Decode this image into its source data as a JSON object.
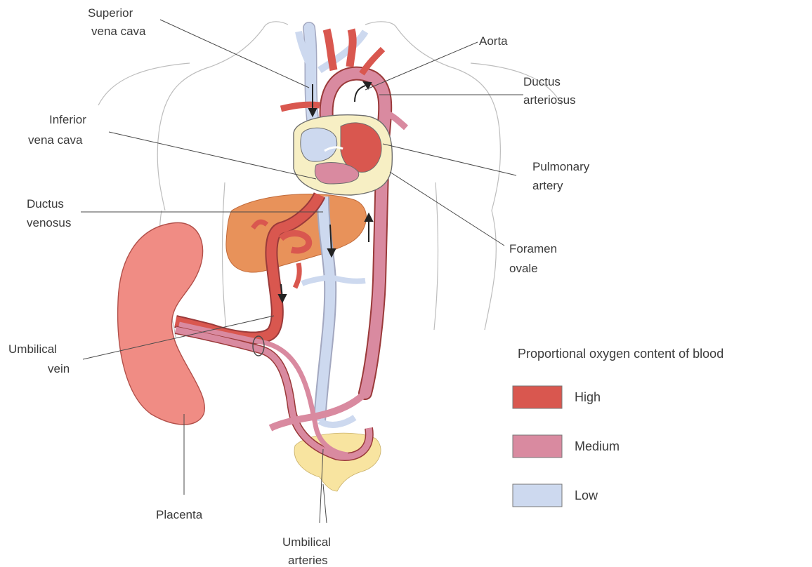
{
  "labels": {
    "superior_vena_cava": [
      "Superior",
      "vena cava"
    ],
    "aorta": [
      "Aorta"
    ],
    "ductus_arteriosus": [
      "Ductus",
      "arteriosus"
    ],
    "inferior_vena_cava": [
      "Inferior",
      "vena cava"
    ],
    "pulmonary_artery": [
      "Pulmonary",
      "artery"
    ],
    "ductus_venosus": [
      "Ductus",
      "venosus"
    ],
    "foramen_ovale": [
      "Foramen",
      "ovale"
    ],
    "umbilical_vein": [
      "Umbilical",
      "vein"
    ],
    "placenta": [
      "Placenta"
    ],
    "umbilical_arteries": [
      "Umbilical",
      "arteries"
    ]
  },
  "legend": {
    "title": "Proportional oxygen content of blood",
    "items": [
      {
        "label": "High",
        "color": "#d9574f"
      },
      {
        "label": "Medium",
        "color": "#d98aa0"
      },
      {
        "label": "Low",
        "color": "#cdd9ef"
      }
    ]
  },
  "colors": {
    "high": "#d9574f",
    "medium": "#d98aa0",
    "low": "#cdd9ef",
    "placenta": "#f08c84",
    "liver": "#e8925a",
    "heart_wall": "#f7efc4",
    "bladder": "#f8e4a0",
    "outline": "#b0b0b0"
  }
}
